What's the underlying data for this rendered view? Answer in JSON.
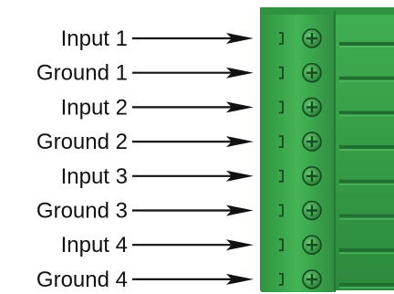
{
  "terminals": [
    {
      "label": "Input 1"
    },
    {
      "label": "Ground 1"
    },
    {
      "label": "Input 2"
    },
    {
      "label": "Ground 2"
    },
    {
      "label": "Input 3"
    },
    {
      "label": "Ground 3"
    },
    {
      "label": "Input 4"
    },
    {
      "label": "Ground 4"
    }
  ],
  "colors": {
    "connector_body": "#3aa64c",
    "connector_dark": "#1f7a33",
    "screw": "#2b8e3e",
    "arrow": "#111111"
  }
}
